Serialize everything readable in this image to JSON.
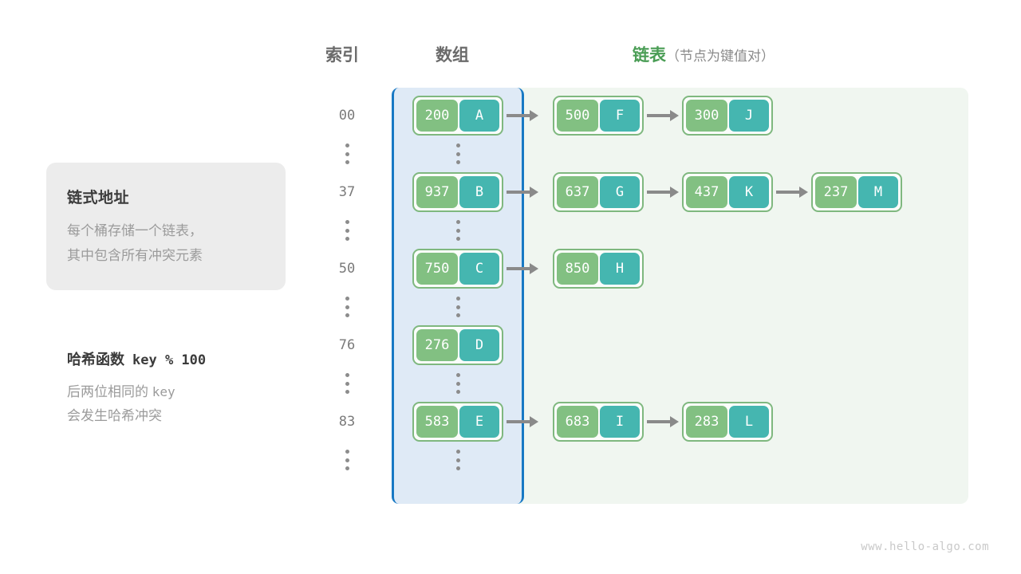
{
  "headers": {
    "index": "索引",
    "array": "数组",
    "list_main": "链表",
    "list_sub": "（节点为键值对）",
    "list_accent_color": "#4a9d55"
  },
  "info_card": {
    "title": "链式地址",
    "body": "每个桶存储一个链表，\n其中包含所有冲突元素",
    "background_color": "#ececec"
  },
  "hash_note": {
    "title_cn": "哈希函数",
    "title_expr": "key % 100",
    "body": "后两位相同的 ",
    "body_mono": "key",
    "body_line2": "会发生哈希冲突"
  },
  "colors": {
    "key_box": "#82c082",
    "value_box": "#45b6b0",
    "node_border": "#7fb87f",
    "array_background": "#dfeaf6",
    "array_border": "#1879c4",
    "list_background": "#f0f6f0",
    "arrow": "#8a8a8a",
    "index_text": "#7a7a7a"
  },
  "rows": [
    {
      "index": "00",
      "nodes": [
        {
          "key": "200",
          "value": "A",
          "in_array": true
        },
        {
          "key": "500",
          "value": "F",
          "in_array": false
        },
        {
          "key": "300",
          "value": "J",
          "in_array": false
        }
      ]
    },
    {
      "index": "37",
      "nodes": [
        {
          "key": "937",
          "value": "B",
          "in_array": true
        },
        {
          "key": "637",
          "value": "G",
          "in_array": false
        },
        {
          "key": "437",
          "value": "K",
          "in_array": false
        },
        {
          "key": "237",
          "value": "M",
          "in_array": false
        }
      ]
    },
    {
      "index": "50",
      "nodes": [
        {
          "key": "750",
          "value": "C",
          "in_array": true
        },
        {
          "key": "850",
          "value": "H",
          "in_array": false
        }
      ]
    },
    {
      "index": "76",
      "nodes": [
        {
          "key": "276",
          "value": "D",
          "in_array": true
        }
      ]
    },
    {
      "index": "83",
      "nodes": [
        {
          "key": "583",
          "value": "E",
          "in_array": true
        },
        {
          "key": "683",
          "value": "I",
          "in_array": false
        },
        {
          "key": "283",
          "value": "L",
          "in_array": false
        }
      ]
    }
  ],
  "ellipsis_count": 5,
  "watermark": "www.hello-algo.com"
}
